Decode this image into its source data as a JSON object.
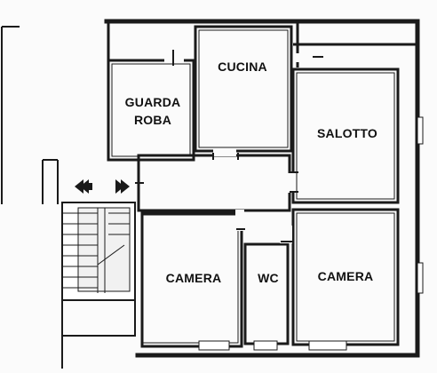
{
  "floor_plan": {
    "rooms": [
      {
        "id": "guardaroba",
        "lines": [
          "GUARDA",
          "ROBA"
        ]
      },
      {
        "id": "cucina",
        "lines": [
          "CUCINA"
        ]
      },
      {
        "id": "salotto",
        "lines": [
          "SALOTTO"
        ]
      },
      {
        "id": "camera-left",
        "lines": [
          "CAMERA"
        ]
      },
      {
        "id": "wc",
        "lines": [
          "WC"
        ]
      },
      {
        "id": "camera-right",
        "lines": [
          "CAMERA"
        ]
      }
    ],
    "colors": {
      "wall": "#1a1a1a",
      "background": "#fbfbfb",
      "stair_fill": "#cfcfcf"
    }
  }
}
